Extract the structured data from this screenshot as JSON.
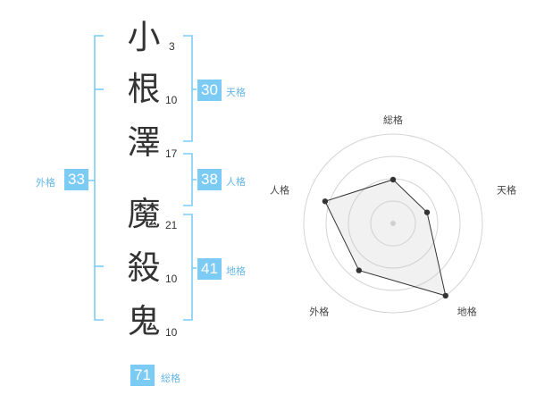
{
  "name": {
    "chars": [
      {
        "char": "小",
        "strokes": "3"
      },
      {
        "char": "根",
        "strokes": "10"
      },
      {
        "char": "澤",
        "strokes": "17"
      },
      {
        "char": "魔",
        "strokes": "21"
      },
      {
        "char": "殺",
        "strokes": "10"
      },
      {
        "char": "鬼",
        "strokes": "10"
      }
    ]
  },
  "kaku": {
    "tenkaku": {
      "label": "天格",
      "value": "30"
    },
    "jinkaku": {
      "label": "人格",
      "value": "38"
    },
    "chikaku": {
      "label": "地格",
      "value": "41"
    },
    "gaikaku": {
      "label": "外格",
      "value": "33"
    },
    "soukaku": {
      "label": "総格",
      "value": "71"
    }
  },
  "colors": {
    "accent": "#7ccbf5",
    "label": "#65b6e8",
    "bracket": "#7ccbf5"
  },
  "chart_data": {
    "type": "radar",
    "axes": [
      "総格",
      "天格",
      "地格",
      "外格",
      "人格"
    ],
    "values": [
      0.49,
      0.4,
      1.0,
      0.65,
      0.8
    ],
    "rings": 4
  }
}
